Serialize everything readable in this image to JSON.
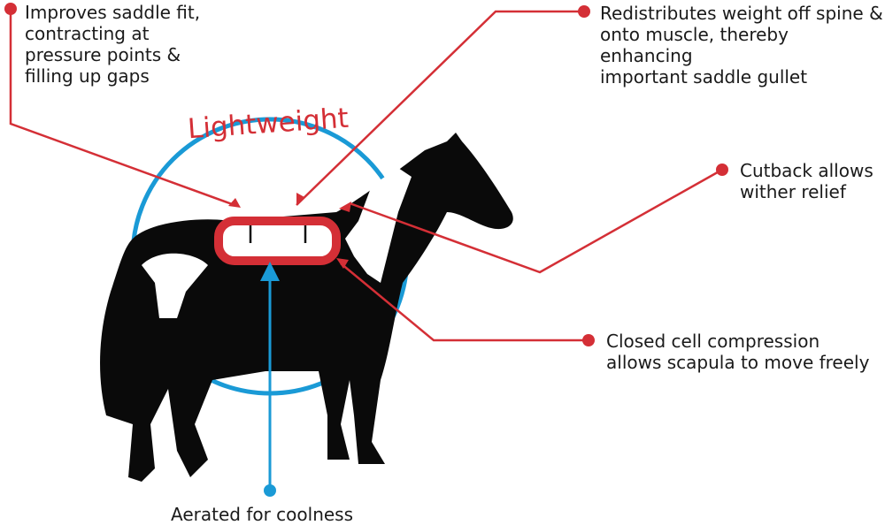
{
  "colors": {
    "red": "#d42f36",
    "blue": "#1a9ad6",
    "horse": "#0a0a0a"
  },
  "title": "Lightweight",
  "callouts": [
    {
      "text": "Improves saddle fit,\ncontracting at\npressure points &\nfilling up gaps"
    },
    {
      "text": "Redistributes weight off spine &\nonto muscle, thereby enhancing\nimportant saddle gullet"
    },
    {
      "text": "Cutback allows\nwither relief"
    },
    {
      "text": "Closed cell compression\nallows scapula to move freely"
    },
    {
      "text": "Aerated for coolness"
    }
  ]
}
